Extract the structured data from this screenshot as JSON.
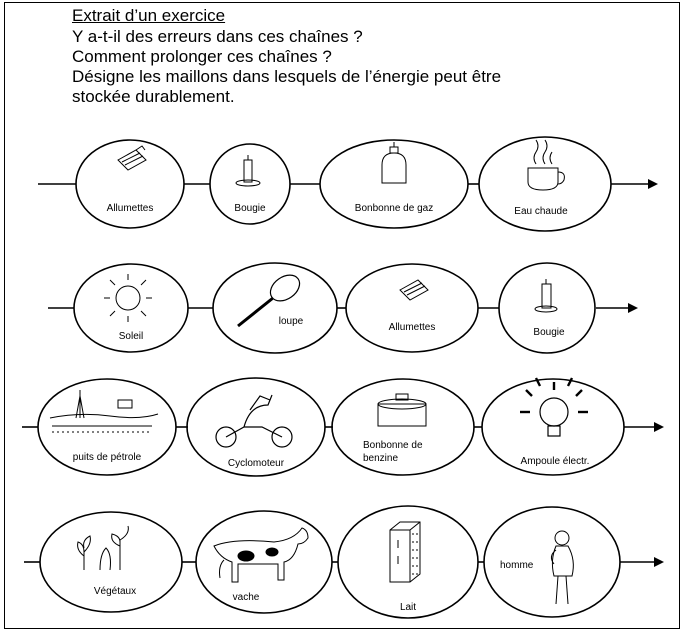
{
  "exercise": {
    "title": "Extrait d’un exercice",
    "questions": [
      "Y a-t-il des erreurs dans ces chaînes ?",
      "Comment prolonger ces chaînes ?",
      "Désigne les maillons dans lesquels de l’énergie peut être",
      "stockée durablement."
    ]
  },
  "chains": [
    {
      "links": [
        {
          "label": "Allumettes",
          "icon": "matchbox-icon"
        },
        {
          "label": "Bougie",
          "icon": "candle-icon"
        },
        {
          "label": "Bonbonne de gaz",
          "icon": "gas-canister-icon"
        },
        {
          "label": "Eau chaude",
          "icon": "hot-cup-icon"
        }
      ]
    },
    {
      "links": [
        {
          "label": "Soleil",
          "icon": "sun-icon"
        },
        {
          "label": "loupe",
          "icon": "magnifier-icon"
        },
        {
          "label": "Allumettes",
          "icon": "matchbox-icon"
        },
        {
          "label": "Bougie",
          "icon": "candle-icon"
        }
      ]
    },
    {
      "links": [
        {
          "label": "puits de pétrole",
          "icon": "oil-well-icon"
        },
        {
          "label": "Cyclomoteur",
          "icon": "moped-icon"
        },
        {
          "label": "Bonbonne de benzine",
          "label_lines": [
            "Bonbonne de",
            "benzine"
          ],
          "icon": "fuel-can-icon"
        },
        {
          "label": "Ampoule électr.",
          "icon": "light-bulb-icon"
        }
      ]
    },
    {
      "links": [
        {
          "label": "Végétaux",
          "icon": "plants-icon"
        },
        {
          "label": "vache",
          "icon": "cow-icon"
        },
        {
          "label": "Lait",
          "icon": "milk-carton-icon"
        },
        {
          "label": "homme",
          "icon": "person-icon"
        }
      ]
    }
  ]
}
